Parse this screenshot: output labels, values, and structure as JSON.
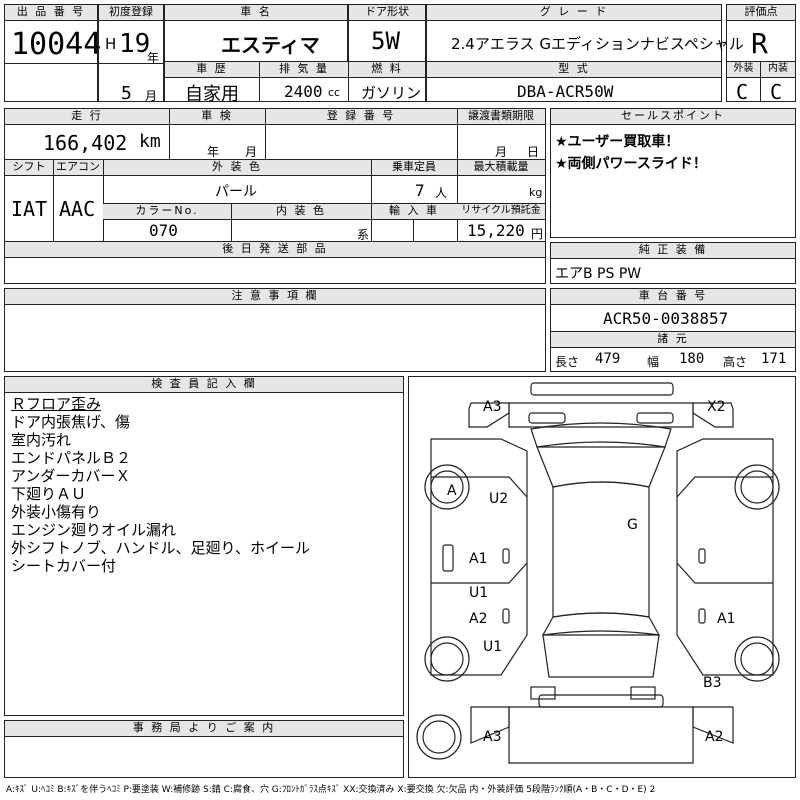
{
  "header": {
    "lot_number_label": "出 品 番 号",
    "lot_number": "10044",
    "first_reg_label": "初度登録",
    "era": "H",
    "year": "19",
    "year_unit": "年",
    "month": "5",
    "month_unit": "月",
    "car_name_label": "車 名",
    "car_name": "エスティマ",
    "door_label": "ドア形状",
    "door": "5W",
    "grade_label": "グ レ ー ド",
    "grade": "2.4アエラス Gエディションナビスペシャル",
    "score_label": "評価点",
    "score": "R",
    "history_label": "車 歴",
    "history": "自家用",
    "displacement_label": "排 気 量",
    "displacement": "2400",
    "displacement_unit": "cc",
    "fuel_label": "燃 料",
    "fuel": "ガソリン",
    "model_label": "型 式",
    "model": "DBA-ACR50W",
    "exterior_label": "外装",
    "exterior": "C",
    "interior_label": "内装",
    "interior": "C"
  },
  "row2": {
    "mileage_label": "走 行",
    "mileage": "166,402",
    "mileage_unit": "km",
    "inspection_label": "車 検",
    "inspection_year_unit": "年",
    "inspection_month_unit": "月",
    "reg_number_label": "登 録 番 号",
    "transfer_label": "譲渡書類期限",
    "transfer_month_unit": "月",
    "transfer_day_unit": "日",
    "sales_point_label": "セールスポイント",
    "sales_points": [
      "★ユーザー買取車！",
      "★両側パワースライド！"
    ],
    "shift_label": "シフト",
    "shift": "IAT",
    "aircon_label": "エアコン",
    "aircon": "AAC",
    "ext_color_label": "外 装 色",
    "ext_color": "パール",
    "capacity_label": "乗車定員",
    "capacity": "7",
    "capacity_unit": "人",
    "max_load_label": "最大積載量",
    "max_load_unit": "kg",
    "color_no_label": "カラーNo.",
    "color_no": "070",
    "int_color_label": "内 装 色",
    "int_color_unit": "系",
    "import_label": "輸 入 車",
    "recycle_label": "リサイクル預託金",
    "recycle": "15,220",
    "recycle_unit": "円",
    "later_parts_label": "後 日 発 送 部 品",
    "genuine_label": "純 正 装 備",
    "genuine": "エアB PS PW"
  },
  "notes": {
    "caution_label": "注 意 事 項 欄",
    "chassis_label": "車 台 番 号",
    "chassis": "ACR50-0038857",
    "specs_label": "諸 元",
    "length_label": "長さ",
    "length": "479",
    "width_label": "幅",
    "width": "180",
    "height_label": "高さ",
    "height": "171"
  },
  "inspector": {
    "label": "検 査 員 記 入 欄",
    "lines": [
      "Ｒフロア歪み",
      "ドア内張焦げ、傷",
      "室内汚れ",
      "エンドパネルＢ２",
      "アンダーカバーＸ",
      "下廻りＡＵ",
      "外装小傷有り",
      "エンジン廻りオイル漏れ",
      "外シフトノブ、ハンドル、足廻り、ホイール",
      "シートカバー付"
    ]
  },
  "office": {
    "label": "事 務 局 よ り ご 案 内"
  },
  "diagram": {
    "marks": {
      "a3_top": "A3",
      "x2_top": "X2",
      "a_left": "A",
      "u2": "U2",
      "g": "G",
      "a1_left": "A1",
      "u1_a": "U1",
      "a2": "A2",
      "u1_b": "U1",
      "a1_right": "A1",
      "b3": "B3",
      "a3_bottom": "A3",
      "a2_bottom": "A2"
    }
  },
  "legend": "A:ｷｽﾞ U:ﾍｺﾐ B:ｷｽﾞを伴うﾍｺﾐ P:要塗装 W:補修跡 S:錆 C:腐食、穴 G:ﾌﾛﾝﾄｶﾞﾗｽ点ｷｽﾞ XX:交換済み X:要交換 欠:欠品 内・外装評価 5段階ﾗﾝｸ順(A・B・C・D・E) 2"
}
